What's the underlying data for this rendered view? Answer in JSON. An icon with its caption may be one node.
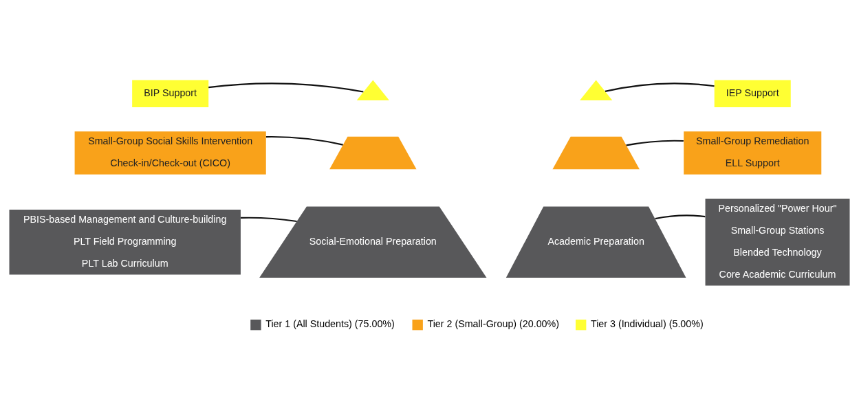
{
  "diagram": {
    "nodes": [
      {
        "text": [
          "BIP Support"
        ]
      },
      {
        "text": [],
        "shape": "triangle"
      },
      {
        "text": [],
        "shape": "triangle"
      },
      {
        "text": [
          "IEP Support"
        ]
      },
      {
        "text": [
          "Small-Group Social Skills Intervention",
          "Check-in/Check-out (CICO)"
        ]
      },
      {
        "text": [],
        "shape": "trapezium"
      },
      {
        "text": [],
        "shape": "trapezium"
      },
      {
        "text": [
          "Small-Group Remediation",
          "ELL Support"
        ]
      },
      {
        "text": [
          "PBIS-based Management and Culture-building",
          "PLT Field Programming",
          "PLT Lab Curriculum"
        ]
      },
      {
        "text": [
          "Social-Emotional Preparation"
        ]
      },
      {
        "text": [
          "Academic Preparation"
        ]
      },
      {
        "text": [
          "Personalized \"Power Hour\"",
          "Small-Group Stations",
          "Blended Technology",
          "Core Academic Curriculum"
        ]
      }
    ],
    "edges": [
      {
        "from": 0,
        "to": 1,
        "arrow": "none"
      },
      {
        "from": 3,
        "to": 2,
        "arrow": "none"
      },
      {
        "from": 4,
        "to": 5,
        "arrow": "none"
      },
      {
        "from": 7,
        "to": 6,
        "arrow": "none"
      },
      {
        "from": 8,
        "to": 9,
        "arrow": "none"
      },
      {
        "from": 11,
        "to": 10,
        "arrow": "none"
      }
    ],
    "legend": [
      {
        "text": "Tier 1 (All Students) (75.00%)",
        "color": "#58585a"
      },
      {
        "text": "Tier 2 (Small-Group) (20.00%)",
        "color": "#f9a21a"
      },
      {
        "text": "Tier 3 (Individual) (5.00%)",
        "color": "#ffff33"
      }
    ]
  }
}
